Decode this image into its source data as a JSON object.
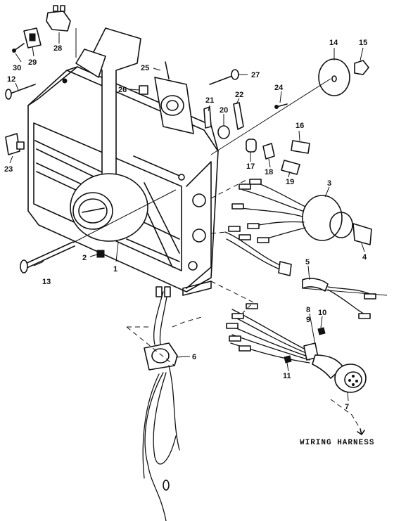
{
  "caption": "WIRING HARNESS",
  "part_labels": {
    "p1": "1",
    "p2": "2",
    "p3": "3",
    "p4": "4",
    "p5": "5",
    "p6": "6",
    "p7": "7",
    "p8": "8",
    "p9": "9",
    "p10": "10",
    "p11": "11",
    "p12": "12",
    "p13": "13",
    "p14": "14",
    "p15": "15",
    "p16": "16",
    "p17": "17",
    "p18": "18",
    "p19": "19",
    "p20": "20",
    "p21": "21",
    "p22": "22",
    "p23": "23",
    "p24": "24",
    "p25": "25",
    "p26": "26",
    "p27": "27",
    "p28": "28",
    "p29": "29",
    "p30": "30"
  }
}
